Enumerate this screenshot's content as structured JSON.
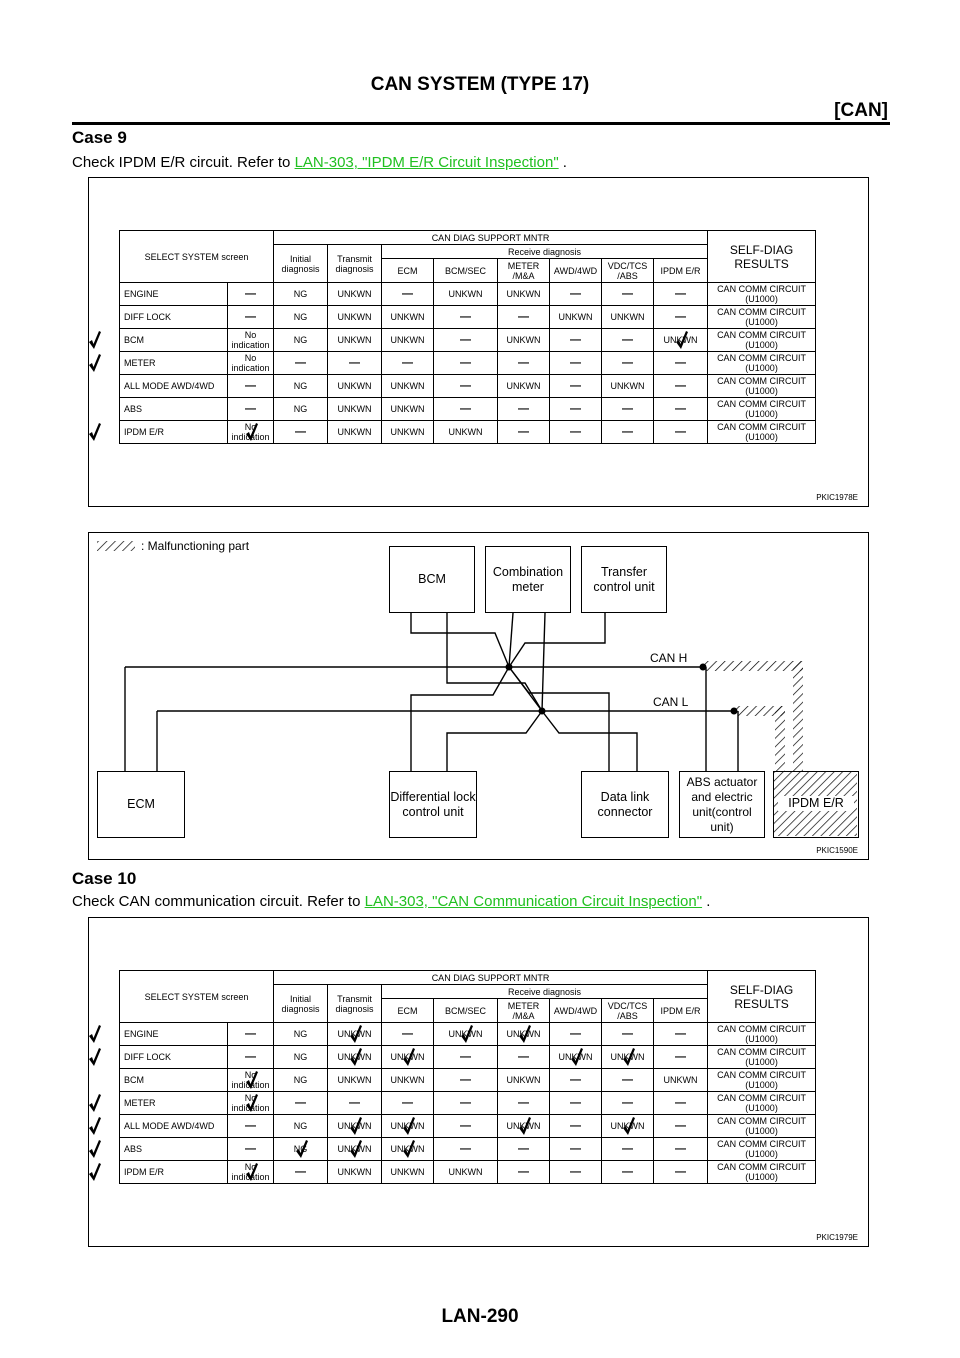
{
  "header": {
    "title": "CAN SYSTEM (TYPE 17)",
    "section": "[CAN]"
  },
  "case9": {
    "heading": "Case 9",
    "text_before": "Check IPDM E/R circuit. Refer to ",
    "link": "LAN-303, \"IPDM E/R Circuit Inspection\"",
    "text_after": " ."
  },
  "case10": {
    "heading": "Case 10",
    "text_before": "Check CAN communication circuit. Refer to ",
    "link": "LAN-303, \"CAN Communication Circuit Inspection\"",
    "text_after": " ."
  },
  "table_headers": {
    "select_system": "SELECT SYSTEM screen",
    "support_mntr": "CAN DIAG SUPPORT MNTR",
    "initial": "Initial diagnosis",
    "transmit": "Transmit diagnosis",
    "receive": "Receive diagnosis",
    "cols": [
      "ECM",
      "BCM/SEC",
      "METER /M&A",
      "AWD/4WD",
      "VDC/TCS /ABS",
      "IPDM E/R"
    ],
    "self_diag": "SELF-DIAG RESULTS"
  },
  "tables": [
    {
      "figure_id": "PKIC1978E",
      "rows": [
        {
          "name": "ENGINE",
          "cells": [
            "—",
            "NG",
            "UNKWN",
            "—",
            "UNKWN",
            "UNKWN",
            "—",
            "—",
            "—"
          ],
          "result": "CAN COMM CIRCUIT (U1000)"
        },
        {
          "name": "DIFF LOCK",
          "cells": [
            "—",
            "NG",
            "UNKWN",
            "UNKWN",
            "—",
            "—",
            "UNKWN",
            "UNKWN",
            "—"
          ],
          "result": "CAN COMM CIRCUIT (U1000)"
        },
        {
          "name": "BCM",
          "cells": [
            "No indication",
            "NG",
            "UNKWN",
            "UNKWN",
            "—",
            "UNKWN",
            "—",
            "—",
            "UNKWN"
          ],
          "result": "CAN COMM CIRCUIT (U1000)"
        },
        {
          "name": "METER",
          "cells": [
            "No indication",
            "—",
            "—",
            "—",
            "—",
            "—",
            "—",
            "—",
            "—"
          ],
          "result": "CAN COMM CIRCUIT (U1000)"
        },
        {
          "name": "ALL MODE AWD/4WD",
          "cells": [
            "—",
            "NG",
            "UNKWN",
            "UNKWN",
            "—",
            "UNKWN",
            "—",
            "UNKWN",
            "—"
          ],
          "result": "CAN COMM CIRCUIT (U1000)"
        },
        {
          "name": "ABS",
          "cells": [
            "—",
            "NG",
            "UNKWN",
            "UNKWN",
            "—",
            "—",
            "—",
            "—",
            "—"
          ],
          "result": "CAN COMM CIRCUIT (U1000)"
        },
        {
          "name": "IPDM E/R",
          "cells": [
            "No indication",
            "—",
            "UNKWN",
            "UNKWN",
            "UNKWN",
            "—",
            "—",
            "—",
            "—"
          ],
          "result": "CAN COMM CIRCUIT (U1000)"
        }
      ],
      "checks": [
        [
          2,
          10
        ],
        [
          3,
          10
        ],
        [
          6,
          0
        ],
        [
          6,
          10
        ],
        [
          2,
          8
        ]
      ]
    },
    {
      "figure_id": "PKIC1979E",
      "rows": [
        {
          "name": "ENGINE",
          "cells": [
            "—",
            "NG",
            "UNKWN",
            "—",
            "UNKWN",
            "UNKWN",
            "—",
            "—",
            "—"
          ],
          "result": "CAN COMM CIRCUIT (U1000)"
        },
        {
          "name": "DIFF LOCK",
          "cells": [
            "—",
            "NG",
            "UNKWN",
            "UNKWN",
            "—",
            "—",
            "UNKWN",
            "UNKWN",
            "—"
          ],
          "result": "CAN COMM CIRCUIT (U1000)"
        },
        {
          "name": "BCM",
          "cells": [
            "No indication",
            "NG",
            "UNKWN",
            "UNKWN",
            "—",
            "UNKWN",
            "—",
            "—",
            "UNKWN"
          ],
          "result": "CAN COMM CIRCUIT (U1000)"
        },
        {
          "name": "METER",
          "cells": [
            "No indication",
            "—",
            "—",
            "—",
            "—",
            "—",
            "—",
            "—",
            "—"
          ],
          "result": "CAN COMM CIRCUIT (U1000)"
        },
        {
          "name": "ALL MODE AWD/4WD",
          "cells": [
            "—",
            "NG",
            "UNKWN",
            "UNKWN",
            "—",
            "UNKWN",
            "—",
            "UNKWN",
            "—"
          ],
          "result": "CAN COMM CIRCUIT (U1000)"
        },
        {
          "name": "ABS",
          "cells": [
            "—",
            "NG",
            "UNKWN",
            "UNKWN",
            "—",
            "—",
            "—",
            "—",
            "—"
          ],
          "result": "CAN COMM CIRCUIT (U1000)"
        },
        {
          "name": "IPDM E/R",
          "cells": [
            "No indication",
            "—",
            "UNKWN",
            "UNKWN",
            "UNKWN",
            "—",
            "—",
            "—",
            "—"
          ],
          "result": "CAN COMM CIRCUIT (U1000)"
        }
      ],
      "checks": [
        [
          0,
          2
        ],
        [
          0,
          4
        ],
        [
          0,
          5
        ],
        [
          0,
          10
        ],
        [
          1,
          2
        ],
        [
          1,
          3
        ],
        [
          1,
          6
        ],
        [
          1,
          7
        ],
        [
          1,
          10
        ],
        [
          2,
          0
        ],
        [
          3,
          0
        ],
        [
          3,
          10
        ],
        [
          4,
          2
        ],
        [
          4,
          3
        ],
        [
          4,
          5
        ],
        [
          4,
          7
        ],
        [
          4,
          10
        ],
        [
          5,
          1
        ],
        [
          5,
          2
        ],
        [
          5,
          3
        ],
        [
          5,
          10
        ],
        [
          6,
          0
        ],
        [
          6,
          10
        ]
      ]
    }
  ],
  "diagram": {
    "figure_id": "PKIC1590E",
    "legend": ": Malfunctioning part",
    "can_h": "CAN H",
    "can_l": "CAN L",
    "units": {
      "bcm": "BCM",
      "meter": "Combination meter",
      "transfer": "Transfer control unit",
      "ecm": "ECM",
      "diff": "Differential lock control unit",
      "dlc": "Data link connector",
      "abs": "ABS actuator and electric unit(control unit)",
      "ipdm": "IPDM E/R"
    }
  },
  "footer": {
    "page": "LAN-290"
  }
}
